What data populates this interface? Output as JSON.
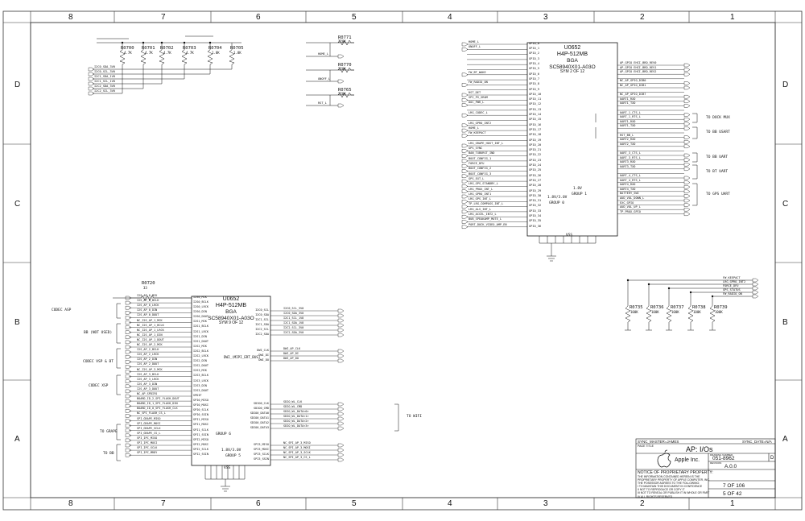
{
  "border": {
    "columns": [
      "8",
      "7",
      "6",
      "5",
      "4",
      "3",
      "2",
      "1"
    ],
    "rows": [
      "D",
      "C",
      "B",
      "A"
    ]
  },
  "top_chip": {
    "ref": "U0652",
    "part": "H4P-512MB",
    "pkg": "BGA",
    "pn": "SC58940X01-A03O",
    "sym": "SYM 2 OF 12"
  },
  "bottom_chip": {
    "ref": "U0652",
    "part": "H4P-512MB",
    "pkg": "BGA",
    "pn": "SC58940X01-A03O",
    "sym": "SYM 9 OF 12"
  },
  "top_chip_left_nets": [
    "HOME_L",
    "ONOFF_L",
    "",
    "",
    "",
    "",
    "FW_BT_WAKE",
    "",
    "FW_RADIO_ON",
    "",
    "RST_DET",
    "SPI_PS_SROM",
    "DOC_PWR_L",
    "",
    "LRG_CODEC_L",
    "",
    "LRG_GPRO_INT2",
    "HOME_L",
    "FW_KEEPACT",
    "",
    "LRG_GRAPE_HOST_INT_L",
    "GPS_SYNC",
    "BAN_TXBURST_IND",
    "BOOT_CONFIG_1",
    "FORCE_DFU",
    "BOOT_CONFIG_2",
    "BOOT_CONFIG_3",
    "GPS_EXT_L",
    "LRG_GPS_STANDBY_L",
    "LRG_PROX_INT_L",
    "LRG_GPRO_INT1",
    "LRG_GPS_INT_L",
    "TP_LRG_COMPASS_INT_L",
    "LRG_ALS_INT_L",
    "LRG_ACCEL_INT2_L",
    "BUB_SPEAKAMP_MUTE_L",
    "PORT_DOCK_VIDEO_AMP_EN"
  ],
  "top_chip_right_nets": [
    "AP_GPIO EHCI_BRD_REV0",
    "AP_GPIO EHCI_BRD_REV1",
    "AP_GPIO EHCI_BRD_REV2",
    "",
    "NC_AP_GPIO_DIB0",
    "NC_AP_GPIO_DIB1",
    "",
    "NC_AP_GPIO_DIB7",
    "UART1_RXD",
    "UART1_TXD",
    "",
    "UART_1_CTS_L",
    "UART_1_RTS_L",
    "UART1_RXD",
    "UART1_TXD",
    "",
    "RST_BB_L",
    "UART2_RXD",
    "UART2_TXD",
    "",
    "UART_3_CTS_L",
    "UART_3_RTS_L",
    "UART3_RXD",
    "UART3_TXD",
    "",
    "UART_4_CTS_L",
    "UART_4_RTS_L",
    "UART4_RXD",
    "UART4_TXD",
    "BATTERY_SWI",
    "AUD_VOL_DOWN_L",
    "EXC_GPIO",
    "AUD_VOL_UP_L",
    "TP_PROX_GPIO"
  ],
  "top_chip_pins_left": [
    "GPIO_0",
    "GPIO_1",
    "GPIO_2",
    "GPIO_3",
    "GPIO_4",
    "GPIO_5",
    "GPIO_6",
    "GPIO_7",
    "GPIO_8",
    "GPIO_9",
    "GPIO_10",
    "GPIO_11",
    "GPIO_12",
    "GPIO_13",
    "GPIO_14",
    "GPIO_15",
    "GPIO_16",
    "GPIO_17",
    "GPIO_18",
    "GPIO_19",
    "GPIO_20",
    "GPIO_21",
    "GPIO_22",
    "GPIO_23",
    "GPIO_24",
    "GPIO_25",
    "GPIO_26",
    "GPIO_27",
    "GPIO_28",
    "GPIO_29",
    "GPIO_30",
    "GPIO_31",
    "GPIO_32",
    "GPIO_33",
    "GPIO_34",
    "GPIO_35",
    "GPIO_36"
  ],
  "top_chip_right_groups": [
    "TO DOCK MUX",
    "TO BB USART",
    "TO BB UART",
    "TO BT UART",
    "TO GPS UART"
  ],
  "top_chip_power": [
    "1.8V/3.0V",
    "GROUP 0",
    "1.8V",
    "GROUP 1",
    "VSS"
  ],
  "resistors_top": [
    {
      "ref": "R0700",
      "val": "4.7K"
    },
    {
      "ref": "R0701",
      "val": "4.7K"
    },
    {
      "ref": "R0702",
      "val": "4.7K"
    },
    {
      "ref": "R0703",
      "val": "4.7K"
    },
    {
      "ref": "R0704",
      "val": "1.8K"
    },
    {
      "ref": "R0705",
      "val": "1.8K"
    }
  ],
  "resistors_mid": [
    {
      "ref": "R0771",
      "val": "220K"
    },
    {
      "ref": "R0770",
      "val": "220K"
    },
    {
      "ref": "R0765",
      "val": "220K"
    }
  ],
  "resistors_right": [
    {
      "ref": "R0735",
      "val": "100K"
    },
    {
      "ref": "R0736",
      "val": "100K"
    },
    {
      "ref": "R0737",
      "val": "100K"
    },
    {
      "ref": "R0738",
      "val": "100K"
    },
    {
      "ref": "R0739",
      "val": "100K"
    }
  ],
  "resistor_bottom": {
    "ref": "R0720",
    "val": "33"
  },
  "top_left_nets": [
    "I2C0_SDA_3V0",
    "I2C0_SCL_3V0",
    "I2C1_SDA_1V8",
    "I2C1_SCL_1V8",
    "I2C2_SDA_3V0",
    "I2C2_SCL_3V0"
  ],
  "mid_nets": [
    "HOME_L",
    "ONOFF_L",
    "RST_L"
  ],
  "right_pullup_nets": [
    "FW_KEEPACT",
    "LRG_GPRO_INT2",
    "FORCE_DFU",
    "GPS_STATUS",
    "FW_RADIO_ON"
  ],
  "bottom_groups": [
    "CODEC ASP",
    "BB (NOT USED)",
    "CODEC VSP & BT",
    "CODEC XSP",
    "TO GRAPE",
    "TO BB",
    "TO WIFI"
  ],
  "bottom_chip_pins_left": [
    "I2S0_MCK",
    "I2S0_BCLK",
    "I2S0_LRCK",
    "I2S0_DIN",
    "I2S0_DOUT",
    "I2S1_MCK",
    "I2S1_BCLK",
    "I2S1_LRCK",
    "I2S1_DIN",
    "I2S1_DOUT",
    "I2S2_MCK",
    "I2S2_BCLK",
    "I2S2_LRCK",
    "I2S2_DIN",
    "I2S2_DOUT",
    "I2S3_MCK",
    "I2S3_BCLK",
    "I2S3_LRCK",
    "I2S3_DIN",
    "I2S3_DOUT",
    "SPDIF",
    "SPI0_MISO",
    "SPI0_MOSI",
    "SPI0_SCLK",
    "SPI0_SSIN",
    "SPI1_MISO",
    "SPI1_MOSI",
    "SPI1_SCLK",
    "SPI1_SSIN",
    "SPI2_MISO",
    "SPI2_MOSI",
    "SPI2_SCLK",
    "SPI2_SSIN"
  ],
  "bottom_chip_nets_left": [
    "I2S_AP_0_MCK",
    "I2S_AP_0_BCLK",
    "I2S_AP_0_LRCK",
    "I2S_AP_0_DIN",
    "I2S_AP_0_DOUT",
    "NC_I2S_AP_1_MCK",
    "NC_I2S_AP_1_BCLK",
    "NC_I2S_AP_1_LRCK",
    "NC_I2S_AP_1_DIN",
    "NC_I2S_AP_1_DOUT",
    "NC_I2S_AP_2_MCK",
    "I2S_AP_2_BCLK",
    "I2S_AP_2_LRCK",
    "I2S_AP_2_DIN",
    "I2S_AP_2_DOUT",
    "NC_I2S_AP_3_MCK",
    "I2S_AP_3_BCLK",
    "I2S_AP_3_LRCK",
    "I2S_AP_3_DIN",
    "I2S_AP_3_DOUT",
    "NC_AP_SPDIFO",
    "BOARD_ID_2_SPI_FLASH_DOUT",
    "BOARD_ID_1_SPI_FLASH_DIN",
    "BOARD_ID_0_SPI_FLASH_CLK",
    "NC_SPI_FLASH_CS_L",
    "SPI_GRAPE_MISO",
    "SPI_GRAPE_MOSI",
    "SPI_GRAPE_SCLK",
    "SPI_GRAPE_CS_L",
    "SPI_IPC_MISO",
    "SPI_IPC_MOSI",
    "SPI_IPC_SCLK",
    "SPI_IPC_MRDY"
  ],
  "bottom_chip_pins_right": [
    "I2C0_SCL",
    "I2C0_SDA",
    "I2C1_SCL",
    "I2C1_SDA",
    "I2C2_SCL",
    "I2C2_SDA",
    "DWI_CLK",
    "DWI_DI",
    "DWI_DO",
    "SDIO0_CLK",
    "SDIO0_CMD",
    "SDIO0_DATA0",
    "SDIO0_DATA1",
    "SDIO0_DATA2",
    "SDIO0_DATA3",
    "SPI3_MISO",
    "SPI3_MOSI",
    "SPI3_SCLK",
    "SPI3_SSIN"
  ],
  "bottom_chip_nets_right": [
    "I2C0_SCL_3V0",
    "I2C0_SDA_3V0",
    "I2C1_SCL_1V8",
    "I2C1_SDA_1V8",
    "I2C2_SCL_3V0",
    "I2C2_SDA_3V0",
    "DWI_AP_CLK",
    "DWI_AP_DI",
    "DWI_AP_DO",
    "SDIO_WL_CLK",
    "SDIO_WL_CMD",
    "SDIO_WL_DATA<0>",
    "SDIO_WL_DATA<1>",
    "SDIO_WL_DATA<2>",
    "SDIO_WL_DATA<3>",
    "NC_SPI_AP_3_MISO",
    "NC_SPI_AP_3_MOSI",
    "NC_SPI_AP_3_SCLK",
    "NC_SPI_AP_3_CS_L"
  ],
  "bottom_chip_power": [
    "1.8V/3.0V",
    "GROUP 5",
    "GROUP 6",
    "DWI_(MIPI_ERT_BUS)",
    "VSS"
  ],
  "title_block": {
    "sync_master": "SYNC_MASTER=JAMES",
    "sync_date": "SYNC_DATE=N/A",
    "page_title_label": "PAGE TITLE",
    "title": "AP: I/Os",
    "company": "Apple Inc.",
    "drawing_label": "DRAWING NUMBER",
    "drawing_number": "051-8962",
    "size": "D",
    "revision_label": "REVISION",
    "revision": "A.0.0",
    "notice_title": "NOTICE OF PROPRIETARY PROPERTY:",
    "notice_lines": [
      "THE INFORMATION CONTAINED HEREIN IS THE",
      "PROPRIETARY PROPERTY OF APPLE COMPUTER, INC.",
      "THE POSESSOR AGREES TO THE FOLLOWING:",
      "I TO MAINTAIN THIS DOCUMENT IN CONFIDENCE",
      "II NOT TO REPRODUCE OR COPY IT",
      "III NOT TO REVEAL OR PUBLISH IT IN WHOLE OR PART",
      "IV ALL RIGHTS RESERVED"
    ],
    "page": "7 OF 106",
    "sheet": "5 OF 42"
  },
  "colors": {
    "ink": "#111111",
    "grid": "#333333"
  }
}
